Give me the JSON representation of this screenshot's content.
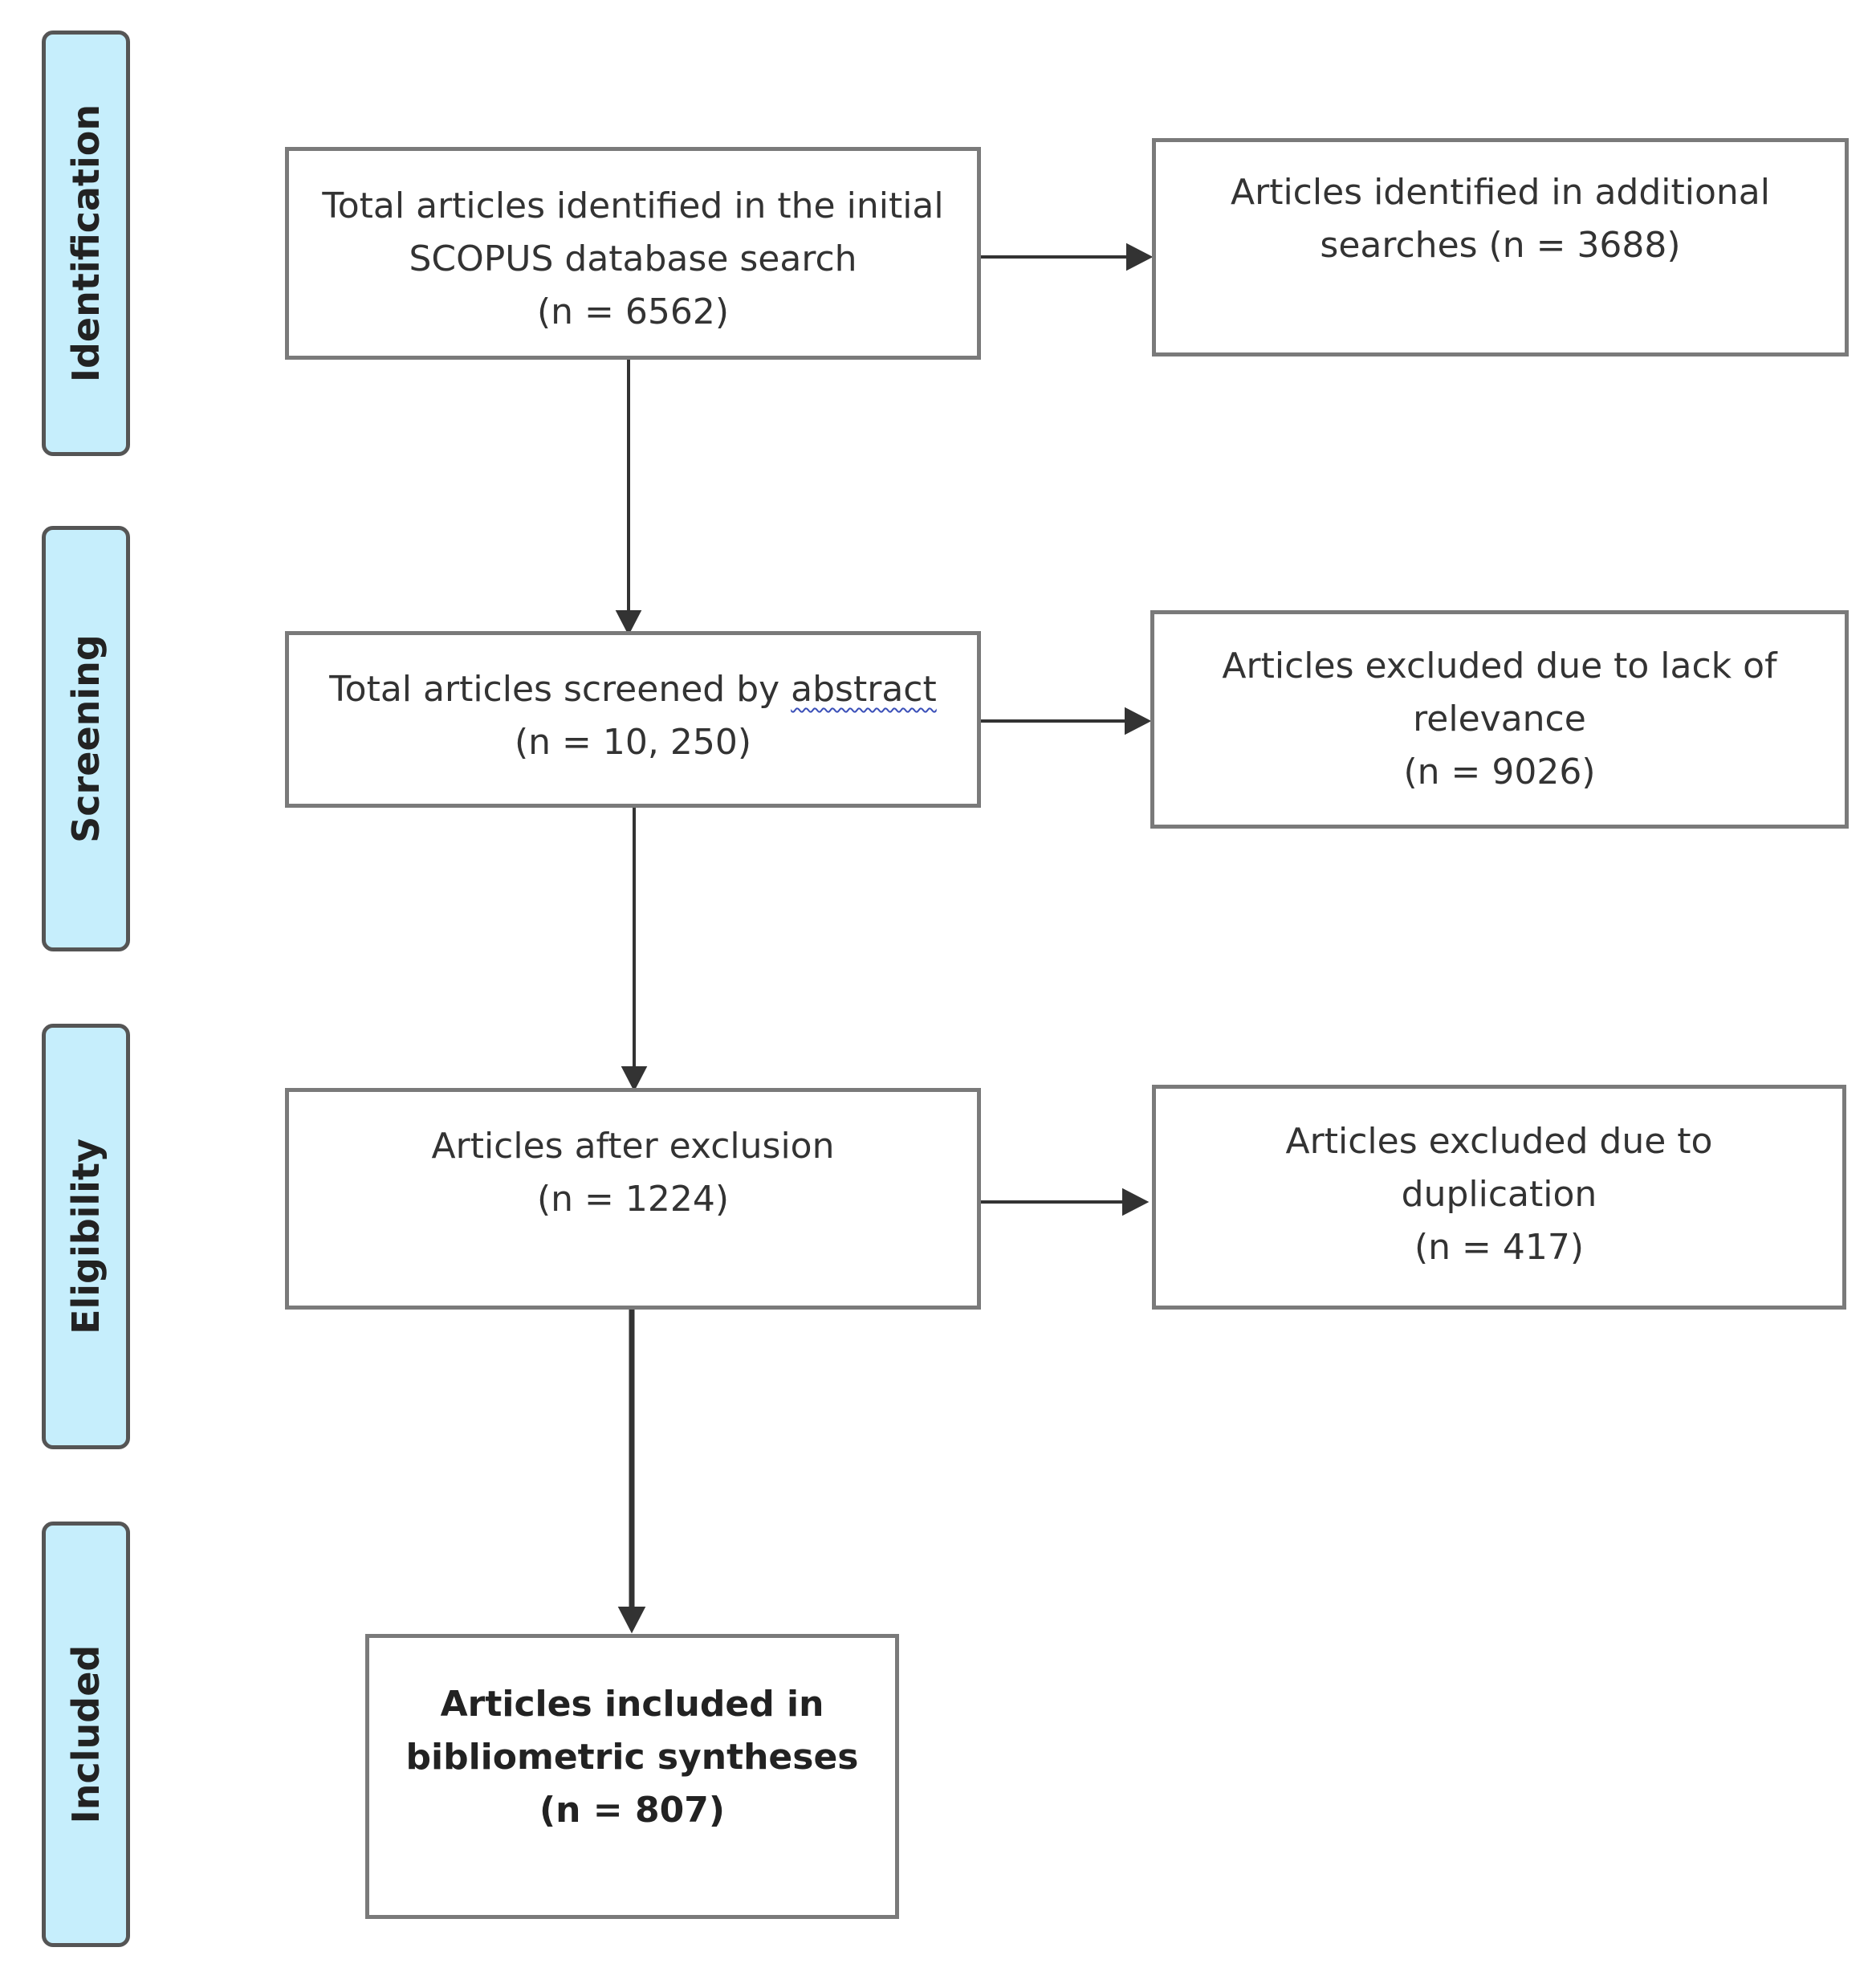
{
  "stages": [
    {
      "id": "identification",
      "label": "Identification"
    },
    {
      "id": "screening",
      "label": "Screening"
    },
    {
      "id": "eligibility",
      "label": "Eligibility"
    },
    {
      "id": "included",
      "label": "Included"
    }
  ],
  "boxes": {
    "identified": {
      "lines": [
        "Total articles identified in the initial",
        "SCOPUS database search",
        "(n = 6562)"
      ]
    },
    "additional": {
      "lines": [
        "Articles identified in additional",
        "searches (n = 3688)"
      ]
    },
    "screened": {
      "line1_pre": "Total articles screened by ",
      "line1_underlined": "abstract",
      "line2": "(n = 10, 250)"
    },
    "excluded_relevance": {
      "lines": [
        "Articles excluded due to lack of",
        "relevance",
        "(n = 9026)"
      ]
    },
    "after_exclusion": {
      "lines": [
        "Articles after exclusion",
        "(n = 1224)"
      ]
    },
    "excluded_duplication": {
      "lines": [
        "Articles excluded due to",
        "duplication",
        "(n = 417)"
      ]
    },
    "included": {
      "lines": [
        "Articles included in",
        "bibliometric syntheses",
        "(n = 807)"
      ]
    }
  },
  "colors": {
    "stage_fill": "#c6eefc",
    "stage_border": "#555555",
    "box_border": "#7a7a7a",
    "arrow": "#333333"
  }
}
